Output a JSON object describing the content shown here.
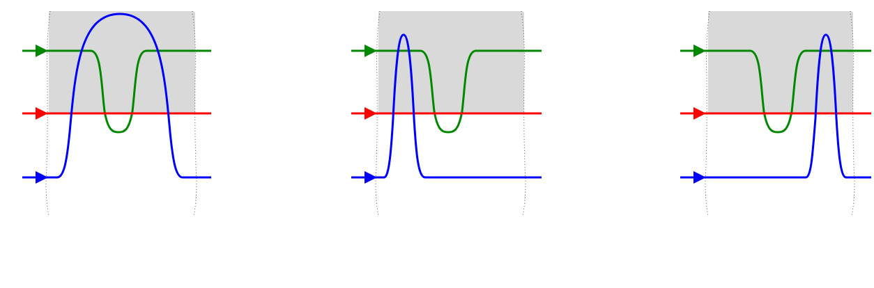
{
  "diagram": {
    "panels": [
      {
        "id": "panel-1",
        "blue_curve": "wide-arch",
        "green_curve": "single-dip"
      },
      {
        "id": "panel-2",
        "blue_curve": "narrow-early-spike",
        "green_curve": "single-dip"
      },
      {
        "id": "panel-3",
        "blue_curve": "narrow-late-spike",
        "green_curve": "single-dip"
      }
    ],
    "colors": {
      "green": "#008800",
      "red": "#ff0000",
      "blue": "#0000ff",
      "shade": "#d9d9d9",
      "dotted": "#555555"
    },
    "icons": {
      "arrow": "right-pointing-triangle-arrow-icon"
    }
  }
}
